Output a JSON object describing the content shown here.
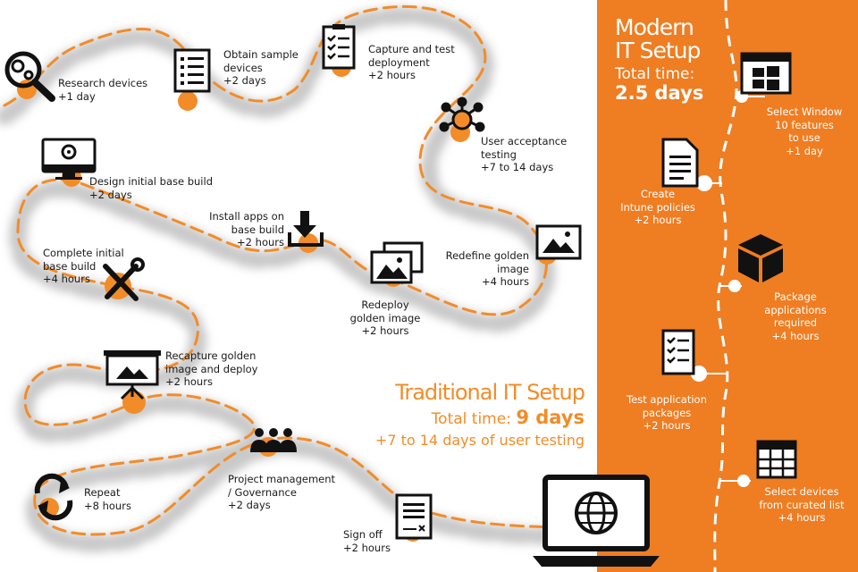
{
  "colors": {
    "accent": "#f28c28",
    "panel": "#ef7d22",
    "ink": "#111111",
    "white": "#ffffff"
  },
  "modern": {
    "heading_line1": "Modern",
    "heading_line2": "IT Setup",
    "total_label": "Total time:",
    "total_value": "2.5 days",
    "steps": [
      {
        "icon": "window-icon",
        "lines": [
          "Select Window",
          "10 features",
          "to use",
          "+1 day"
        ]
      },
      {
        "icon": "document-icon",
        "lines": [
          "Create",
          "Intune policies",
          "+2 hours"
        ]
      },
      {
        "icon": "package-icon",
        "lines": [
          "Package",
          "applications",
          "required",
          "+4 hours"
        ]
      },
      {
        "icon": "checklist-icon",
        "lines": [
          "Test application",
          "packages",
          "+2 hours"
        ]
      },
      {
        "icon": "device-grid-icon",
        "lines": [
          "Select devices",
          "from curated list",
          "+4 hours"
        ]
      }
    ]
  },
  "traditional": {
    "heading": "Traditional IT Setup",
    "total_label": "Total time:",
    "total_value": "9 days",
    "note": "+7 to 14 days of user testing",
    "steps": [
      {
        "icon": "research-gears-icon",
        "lines": [
          "Research devices",
          "+1 day"
        ]
      },
      {
        "icon": "spec-list-icon",
        "lines": [
          "Obtain sample",
          "devices",
          "+2 days"
        ]
      },
      {
        "icon": "checklist-icon",
        "lines": [
          "Capture and test",
          "deployment",
          "+2 hours"
        ]
      },
      {
        "icon": "user-network-icon",
        "lines": [
          "User acceptance",
          "testing",
          "+7 to 14 days"
        ]
      },
      {
        "icon": "monitor-gear-icon",
        "lines": [
          "Design initial base build",
          "+2 days"
        ]
      },
      {
        "icon": "download-icon",
        "lines": [
          "Install apps on",
          "base build",
          "+2 hours"
        ]
      },
      {
        "icon": "image-icon",
        "lines": [
          "Redefine golden",
          "image",
          "+4 hours"
        ]
      },
      {
        "icon": "tools-icon",
        "lines": [
          "Complete initial",
          "base build",
          "+4 hours"
        ]
      },
      {
        "icon": "images-stack-icon",
        "lines": [
          "Redeploy",
          "golden image",
          "+2 hours"
        ]
      },
      {
        "icon": "presentation-icon",
        "lines": [
          "Recapture golden",
          "image and deploy",
          "+2 hours"
        ]
      },
      {
        "icon": "team-icon",
        "lines": [
          "Project management",
          "/ Governance",
          "+2 days"
        ]
      },
      {
        "icon": "sync-icon",
        "lines": [
          "Repeat",
          "+8 hours"
        ]
      },
      {
        "icon": "sign-document-icon",
        "lines": [
          "Sign off",
          "+2 hours"
        ]
      }
    ]
  },
  "center": {
    "icon": "laptop-globe-icon"
  }
}
